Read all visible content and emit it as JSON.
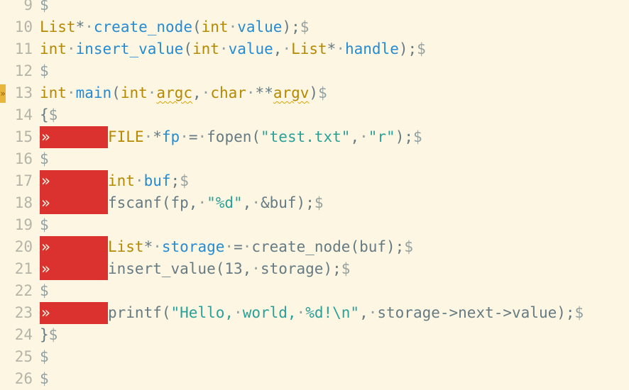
{
  "editor": {
    "colors": {
      "background": "#fdf6e3",
      "type": "#b58900",
      "function": "#268bd2",
      "string": "#2aa198",
      "plain": "#657b83",
      "whitespace": "#93a1a1",
      "tab_highlight": "#dc322f",
      "line_number": "#b4b4a8",
      "gutter_marker": "#eab53c"
    },
    "gutter_marker_icon": "double-chevron-right-icon",
    "lines": [
      {
        "num": "9",
        "tokens": [
          {
            "c": "e",
            "t": "$"
          }
        ]
      },
      {
        "num": "10",
        "tokens": [
          {
            "c": "t",
            "t": "List"
          },
          {
            "c": "p",
            "t": "*"
          },
          {
            "c": "w",
            "t": "·"
          },
          {
            "c": "f",
            "t": "create_node"
          },
          {
            "c": "p",
            "t": "("
          },
          {
            "c": "t",
            "t": "int"
          },
          {
            "c": "w",
            "t": "·"
          },
          {
            "c": "f",
            "t": "value"
          },
          {
            "c": "p",
            "t": ");"
          },
          {
            "c": "e",
            "t": "$"
          }
        ]
      },
      {
        "num": "11",
        "tokens": [
          {
            "c": "t",
            "t": "int"
          },
          {
            "c": "w",
            "t": "·"
          },
          {
            "c": "f",
            "t": "insert_value"
          },
          {
            "c": "p",
            "t": "("
          },
          {
            "c": "t",
            "t": "int"
          },
          {
            "c": "w",
            "t": "·"
          },
          {
            "c": "f",
            "t": "value"
          },
          {
            "c": "p",
            "t": ","
          },
          {
            "c": "w",
            "t": "·"
          },
          {
            "c": "t",
            "t": "List"
          },
          {
            "c": "p",
            "t": "*"
          },
          {
            "c": "w",
            "t": "·"
          },
          {
            "c": "f",
            "t": "handle"
          },
          {
            "c": "p",
            "t": ");"
          },
          {
            "c": "e",
            "t": "$"
          }
        ]
      },
      {
        "num": "12",
        "tokens": [
          {
            "c": "e",
            "t": "$"
          }
        ]
      },
      {
        "num": "13",
        "marker": true,
        "tokens": [
          {
            "c": "t",
            "t": "int"
          },
          {
            "c": "w",
            "t": "·"
          },
          {
            "c": "f",
            "t": "main"
          },
          {
            "c": "p",
            "t": "("
          },
          {
            "c": "t",
            "t": "int"
          },
          {
            "c": "w",
            "t": "·"
          },
          {
            "c": "t sq",
            "t": "argc"
          },
          {
            "c": "p",
            "t": ","
          },
          {
            "c": "w",
            "t": "·"
          },
          {
            "c": "t",
            "t": "char"
          },
          {
            "c": "w",
            "t": "·"
          },
          {
            "c": "p",
            "t": "**"
          },
          {
            "c": "t sq",
            "t": "argv"
          },
          {
            "c": "p",
            "t": ")"
          },
          {
            "c": "e",
            "t": "$"
          }
        ]
      },
      {
        "num": "14",
        "tokens": [
          {
            "c": "p",
            "t": "{"
          },
          {
            "c": "e",
            "t": "$"
          }
        ]
      },
      {
        "num": "15",
        "tab": "»",
        "tokens": [
          {
            "c": "t",
            "t": "FILE"
          },
          {
            "c": "w",
            "t": "·"
          },
          {
            "c": "p",
            "t": "*"
          },
          {
            "c": "f",
            "t": "fp"
          },
          {
            "c": "w",
            "t": "·"
          },
          {
            "c": "p",
            "t": "="
          },
          {
            "c": "w",
            "t": "·"
          },
          {
            "c": "p",
            "t": "fopen("
          },
          {
            "c": "s",
            "t": "\"test.txt\""
          },
          {
            "c": "p",
            "t": ","
          },
          {
            "c": "w",
            "t": "·"
          },
          {
            "c": "s",
            "t": "\"r\""
          },
          {
            "c": "p",
            "t": ");"
          },
          {
            "c": "e",
            "t": "$"
          }
        ]
      },
      {
        "num": "16",
        "tokens": [
          {
            "c": "e",
            "t": "$"
          }
        ]
      },
      {
        "num": "17",
        "tab": "»",
        "tokens": [
          {
            "c": "t",
            "t": "int"
          },
          {
            "c": "w",
            "t": "·"
          },
          {
            "c": "f",
            "t": "buf"
          },
          {
            "c": "p",
            "t": ";"
          },
          {
            "c": "e",
            "t": "$"
          }
        ]
      },
      {
        "num": "18",
        "tab": "»",
        "tokens": [
          {
            "c": "p",
            "t": "fscanf(fp,"
          },
          {
            "c": "w",
            "t": "·"
          },
          {
            "c": "s",
            "t": "\"%d\""
          },
          {
            "c": "p",
            "t": ","
          },
          {
            "c": "w",
            "t": "·"
          },
          {
            "c": "p",
            "t": "&buf);"
          },
          {
            "c": "e",
            "t": "$"
          }
        ]
      },
      {
        "num": "19",
        "tokens": [
          {
            "c": "e",
            "t": "$"
          }
        ]
      },
      {
        "num": "20",
        "tab": "»",
        "tokens": [
          {
            "c": "t",
            "t": "List"
          },
          {
            "c": "p",
            "t": "*"
          },
          {
            "c": "w",
            "t": "·"
          },
          {
            "c": "f",
            "t": "storage"
          },
          {
            "c": "w",
            "t": "·"
          },
          {
            "c": "p",
            "t": "="
          },
          {
            "c": "w",
            "t": "·"
          },
          {
            "c": "p",
            "t": "create_node(buf);"
          },
          {
            "c": "e",
            "t": "$"
          }
        ]
      },
      {
        "num": "21",
        "tab": "»",
        "tokens": [
          {
            "c": "p",
            "t": "insert_value(13,"
          },
          {
            "c": "w",
            "t": "·"
          },
          {
            "c": "p",
            "t": "storage);"
          },
          {
            "c": "e",
            "t": "$"
          }
        ]
      },
      {
        "num": "22",
        "tokens": [
          {
            "c": "e",
            "t": "$"
          }
        ]
      },
      {
        "num": "23",
        "tab": "»",
        "tokens": [
          {
            "c": "p",
            "t": "printf("
          },
          {
            "c": "s",
            "t": "\"Hello,"
          },
          {
            "c": "w",
            "t": "·"
          },
          {
            "c": "s",
            "t": "world,"
          },
          {
            "c": "w",
            "t": "·"
          },
          {
            "c": "s",
            "t": "%d!\\n\""
          },
          {
            "c": "p",
            "t": ","
          },
          {
            "c": "w",
            "t": "·"
          },
          {
            "c": "p",
            "t": "storage->next->value);"
          },
          {
            "c": "e",
            "t": "$"
          }
        ]
      },
      {
        "num": "24",
        "tokens": [
          {
            "c": "p",
            "t": "}"
          },
          {
            "c": "e",
            "t": "$"
          }
        ]
      },
      {
        "num": "25",
        "tokens": [
          {
            "c": "e",
            "t": "$"
          }
        ]
      },
      {
        "num": "26",
        "tokens": [
          {
            "c": "e",
            "t": "$"
          }
        ]
      }
    ]
  }
}
